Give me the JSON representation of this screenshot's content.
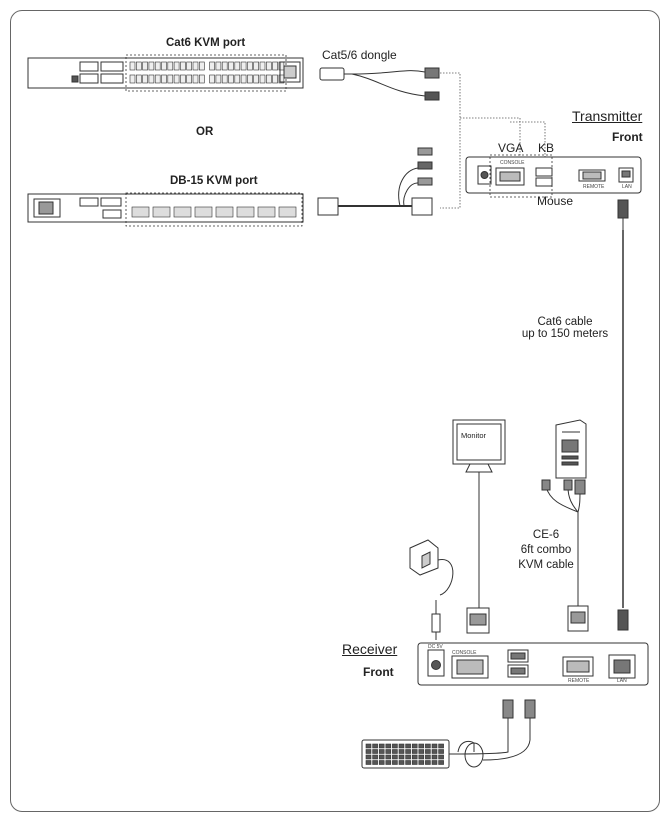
{
  "labels": {
    "cat6_kvm_port": "Cat6 KVM port",
    "dongle": "Cat5/6 dongle",
    "or": "OR",
    "db15_kvm_port": "DB-15  KVM port",
    "transmitter": "Transmitter",
    "transmitter_front": "Front",
    "vga": "VGA",
    "kb": "KB",
    "mouse": "Mouse",
    "cat6_cable_line1": "Cat6 cable",
    "cat6_cable_line2": "up to 150 meters",
    "monitor": "Monitor",
    "combo_line1": "CE-6",
    "combo_line2": "6ft combo",
    "combo_line3": "KVM cable",
    "receiver": "Receiver",
    "receiver_front": "Front"
  },
  "panel_marks": {
    "console": "CONSOLE",
    "remote": "REMOTE",
    "lan": "LAN",
    "dc": "DC 5V"
  }
}
